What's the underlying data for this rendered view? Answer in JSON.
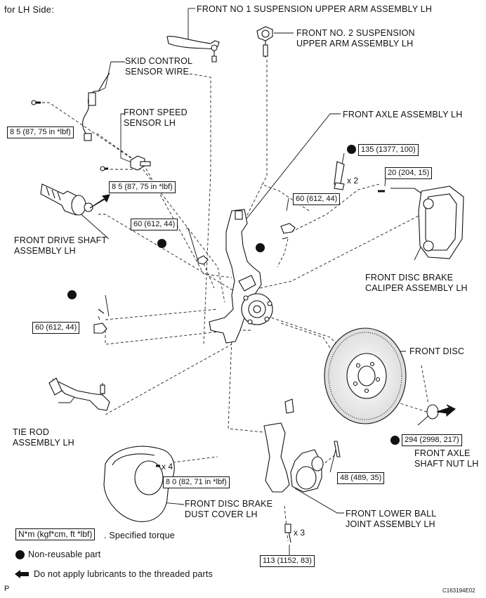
{
  "title": "for LH Side:",
  "labels": {
    "upper_arm_1": "FRONT NO  1 SUSPENSION UPPER ARM ASSEMBLY LH",
    "upper_arm_2_line1": "FRONT NO. 2 SUSPENSION",
    "upper_arm_2_line2": "UPPER ARM ASSEMBLY LH",
    "skid_line1": "SKID CONTROL",
    "skid_line2": "SENSOR WIRE",
    "speed_line1": "FRONT SPEED",
    "speed_line2": "SENSOR LH",
    "axle": "FRONT AXLE ASSEMBLY LH",
    "drive_line1": "FRONT DRIVE SHAFT",
    "drive_line2": "ASSEMBLY LH",
    "caliper_line1": "FRONT DISC BRAKE",
    "caliper_line2": "CALIPER ASSEMBLY LH",
    "disc": "FRONT DISC",
    "tierod_line1": "TIE ROD",
    "tierod_line2": "ASSEMBLY LH",
    "nut_line1": "FRONT AXLE",
    "nut_line2": "SHAFT NUT LH",
    "dust_line1": "FRONT DISC BRAKE",
    "dust_line2": "DUST COVER LH",
    "ball_line1": "FRONT LOWER BALL",
    "ball_line2": "JOINT ASSEMBLY LH"
  },
  "torques": {
    "t_skid": "8 5 (87, 75 in *lbf)",
    "t_speed": "8 5 (87, 75 in *lbf)",
    "t_upper": "135 (1377, 100)",
    "t_caliper": "20 (204, 15)",
    "t_upper2": "60 (612, 44)",
    "t_arm1": "60 (612, 44)",
    "t_tierod": "60 (612, 44)",
    "t_nut": "294 (2998, 217)",
    "t_dust": "8 0 (82, 71 in *lbf)",
    "t_ball": "48 (489, 35)",
    "t_lower": "113 (1152, 83)"
  },
  "multipliers": {
    "m_upper": "x 2",
    "m_dust": "x 4",
    "m_lower": "x 3"
  },
  "legend": {
    "torque_box": "N*m (kgf*cm, ft *lbf)",
    "torque_text": ". Specified torque",
    "nonreusable": "Non-reusable part",
    "no_lube": "Do not apply lubricants to the threaded parts"
  },
  "footer": {
    "left": "P",
    "right": "C163194E02"
  }
}
